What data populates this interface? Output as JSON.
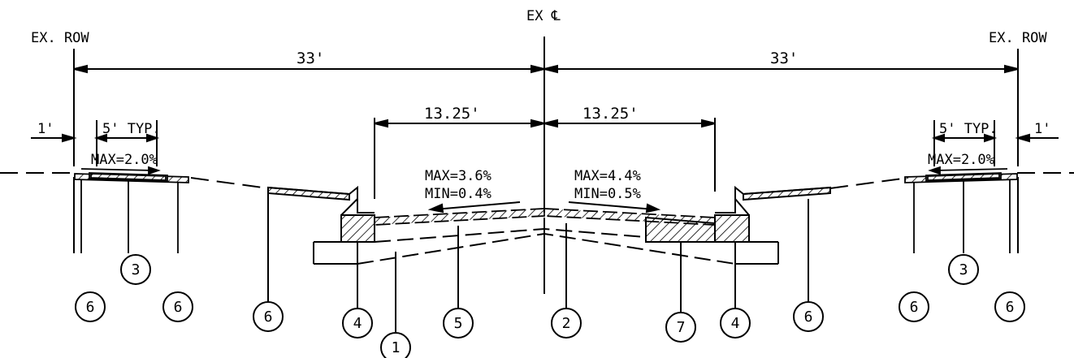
{
  "centerline_label": "EX ℄",
  "row_left": "EX. ROW",
  "row_right": "EX. ROW",
  "dimensions": {
    "left_half": "33'",
    "right_half": "33'",
    "left_lane": "13.25'",
    "right_lane": "13.25'",
    "left_offset": "1'",
    "right_offset": "1'",
    "left_sidewalk": "5' TYP.",
    "right_sidewalk": "5' TYP."
  },
  "slopes": {
    "left_sidewalk_max": "MAX=2.0%",
    "right_sidewalk_max": "MAX=2.0%",
    "left_lane_max": "MAX=3.6%",
    "left_lane_min": "MIN=0.4%",
    "right_lane_max": "MAX=4.4%",
    "right_lane_min": "MIN=0.5%"
  },
  "callouts": [
    "6",
    "3",
    "6",
    "6",
    "4",
    "1",
    "5",
    "2",
    "7",
    "4",
    "6",
    "6",
    "3",
    "6"
  ]
}
